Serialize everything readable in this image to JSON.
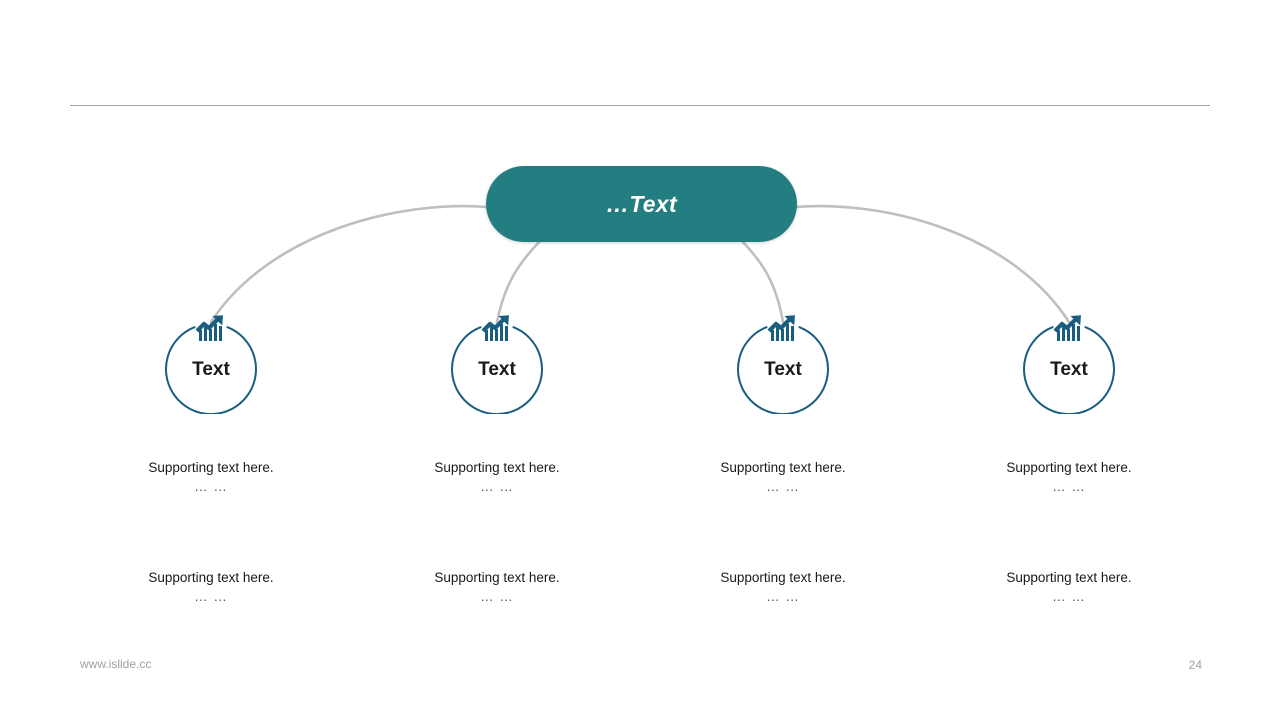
{
  "slide": {
    "page_number": "24",
    "footer_url": "www.islide.cc",
    "accent_teal": "#227E80",
    "accent_navy": "#1B5D7F",
    "connector_gray": "#BFBFBF",
    "rule_gray": "#A6A6A6"
  },
  "center": {
    "label": "…Text",
    "icon": "pill-shape"
  },
  "branches": [
    {
      "label": "Text",
      "icon": "growth-chart-icon",
      "support": [
        {
          "line": "Supporting text here.",
          "dots": "… …"
        },
        {
          "line": "Supporting text here.",
          "dots": "… …"
        }
      ]
    },
    {
      "label": "Text",
      "icon": "growth-chart-icon",
      "support": [
        {
          "line": "Supporting text here.",
          "dots": "… …"
        },
        {
          "line": "Supporting text here.",
          "dots": "… …"
        }
      ]
    },
    {
      "label": "Text",
      "icon": "growth-chart-icon",
      "support": [
        {
          "line": "Supporting text here.",
          "dots": "… …"
        },
        {
          "line": "Supporting text here.",
          "dots": "… …"
        }
      ]
    },
    {
      "label": "Text",
      "icon": "growth-chart-icon",
      "support": [
        {
          "line": "Supporting text here.",
          "dots": "… …"
        },
        {
          "line": "Supporting text here.",
          "dots": "… …"
        }
      ]
    }
  ]
}
